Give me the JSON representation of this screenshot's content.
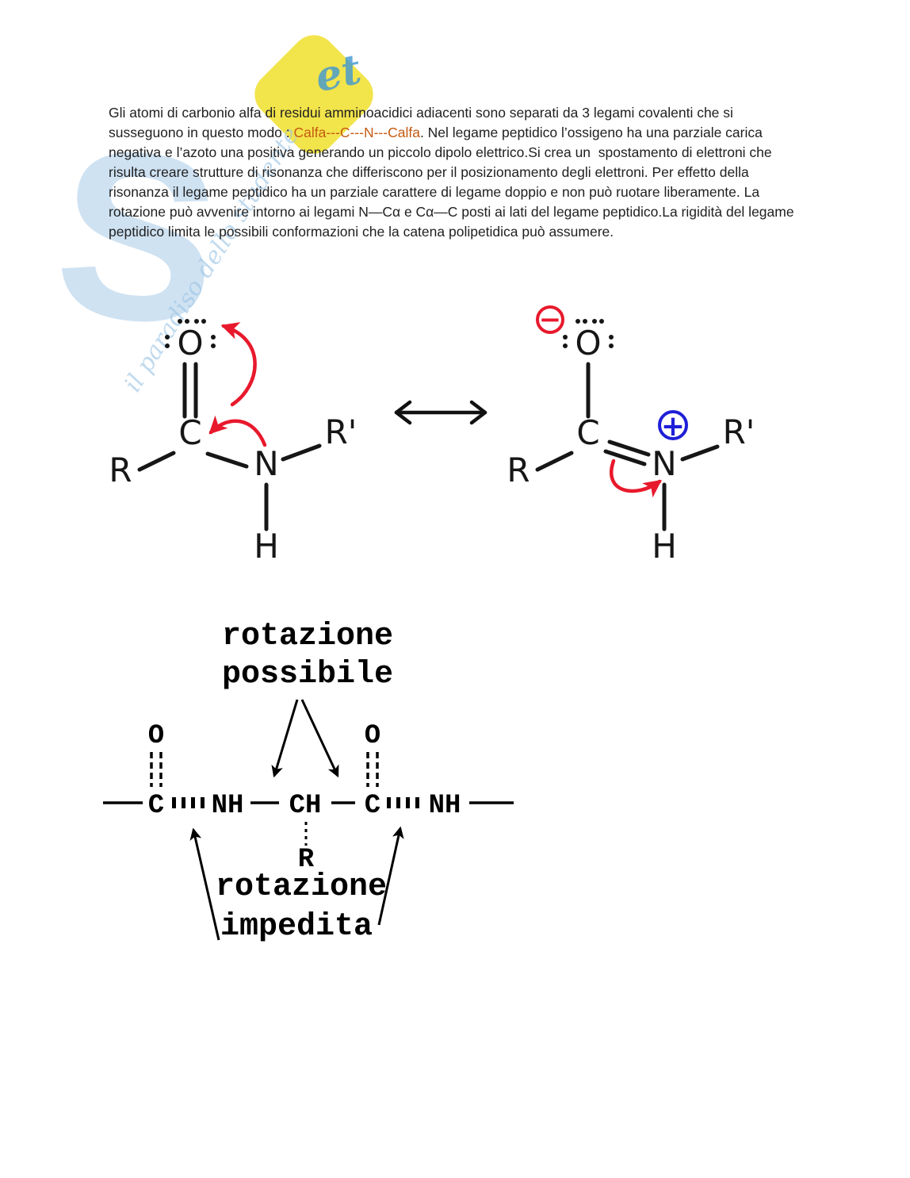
{
  "page": {
    "background": "#ffffff"
  },
  "colors": {
    "text": "#1f1f1f",
    "accent_formula": "#c55a11",
    "electron_arrow_red": "#e8192c",
    "positive_charge_blue": "#1f1fd8",
    "watermark_yellow": "#f1e23c",
    "watermark_blue": "#9cc4e4"
  },
  "watermark": {
    "brand_letter": "S",
    "logo_fragment": "et",
    "tagline": "il paradiso dello studente"
  },
  "paragraph": {
    "segments": [
      {
        "text": "Gli atomi di carbonio alfa di residui amminoacidici adiacenti sono separati da 3 legami covalenti che si susseguono in questo modo : "
      },
      {
        "text": "Calfa---C---N---Calfa",
        "color": "#c55a11"
      },
      {
        "text": ". Nel legame peptidico l’ossigeno ha una parziale carica negativa e l’azoto una positiva generando un piccolo dipolo elettrico.Si crea un  spostamento di elettroni che risulta creare strutture di risonanza che differiscono per il posizionamento degli elettroni. Per effetto della risonanza il legame peptidico ha un parziale carattere di legame doppio e non può ruotare liberamente. La rotazione può avvenire intorno ai legami N—Cα e Cα—C posti ai lati del legame peptidico.La rigidità del legame peptidico limita le possibili conformazioni che la catena polipetidica può assumere."
      }
    ]
  },
  "resonance_diagram": {
    "left_structure": {
      "o": "O",
      "c": "C",
      "n": "N",
      "r": "R",
      "r_prime": "R'",
      "h": "H"
    },
    "right_structure": {
      "o": "O",
      "c": "C",
      "n": "N",
      "r": "R",
      "r_prime": "R'",
      "h": "H",
      "negative_charge": "−",
      "positive_charge": "+"
    },
    "arrow_icon": "resonance-double-arrow"
  },
  "rotation_diagram": {
    "label_possible": [
      "rotazione",
      "possibile"
    ],
    "label_impeded": [
      "rotazione",
      "impedita"
    ],
    "chain": {
      "c1": "C",
      "nh1": "NH",
      "ch": "CH",
      "c2": "C",
      "nh2": "NH",
      "r": "R",
      "o1": "O",
      "o2": "O"
    }
  }
}
